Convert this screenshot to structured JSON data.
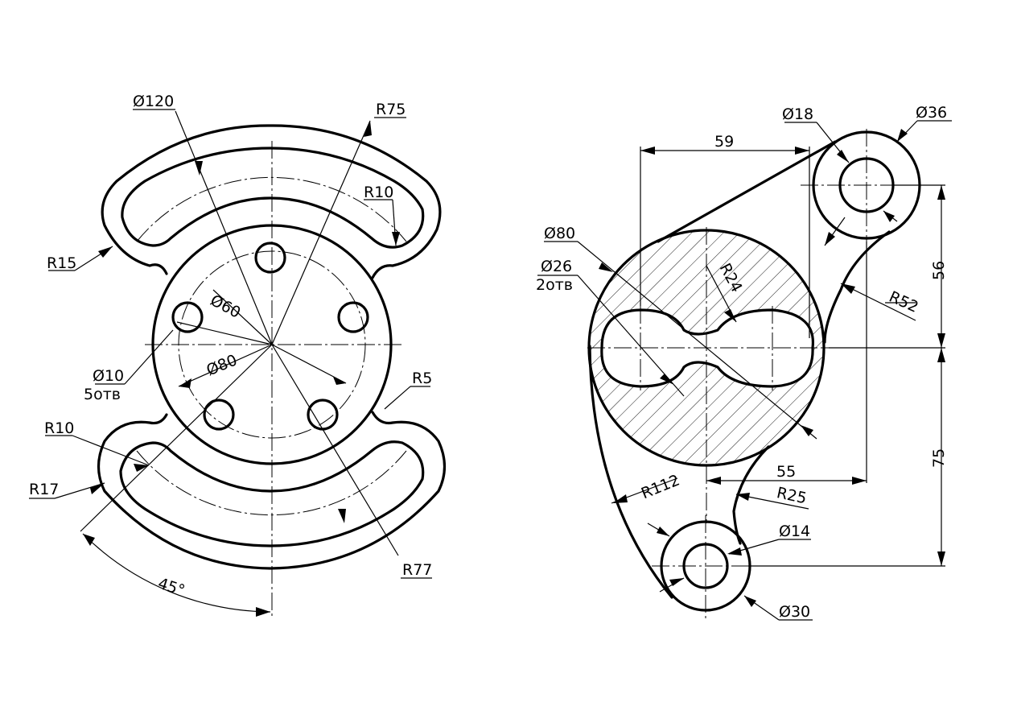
{
  "left_part": {
    "labels": {
      "dia120": "Ø120",
      "r75": "R75",
      "r10_top": "R10",
      "r15": "R15",
      "dia60": "Ø60",
      "dia80": "Ø80",
      "dia10": "Ø10",
      "holes5": "5отв",
      "r5": "R5",
      "r10_bottom": "R10",
      "r17": "R17",
      "r77": "R77",
      "angle45": "45°"
    }
  },
  "right_part": {
    "labels": {
      "dia18": "Ø18",
      "dia36": "Ø36",
      "d59": "59",
      "dia80": "Ø80",
      "dia26": "Ø26",
      "holes2": "2отв",
      "r24": "R24",
      "d56": "56",
      "r52": "R52",
      "d75": "75",
      "d55": "55",
      "r112": "R112",
      "r25": "R25",
      "dia14": "Ø14",
      "dia30": "Ø30"
    }
  }
}
